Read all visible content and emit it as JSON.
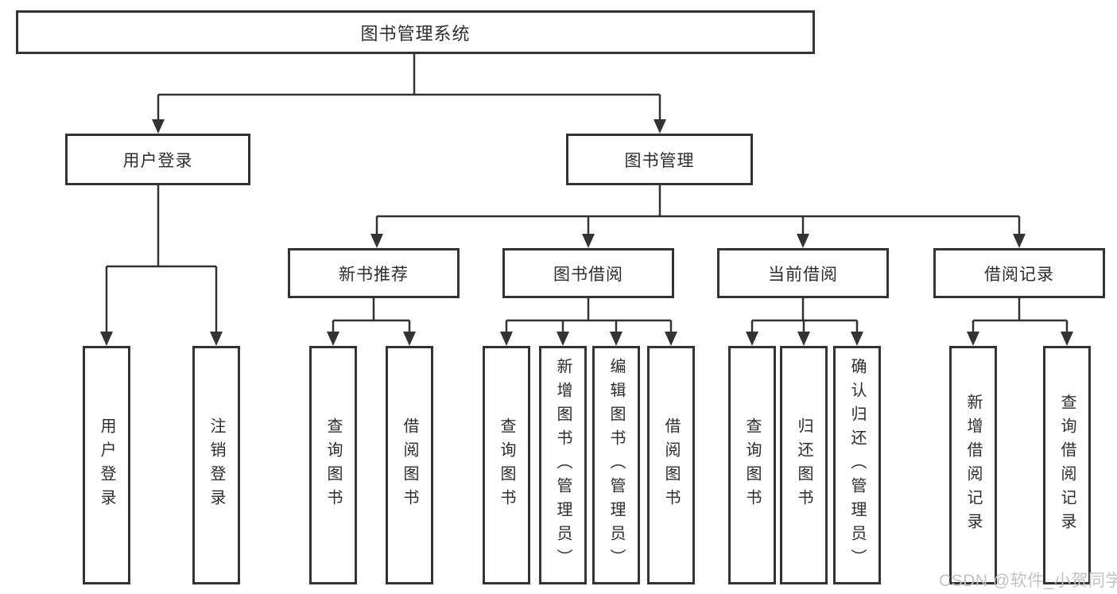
{
  "colors": {
    "line": "#333333",
    "text": "#2d2d2d",
    "background": "#ffffff",
    "watermark_text": "#c6bfbf"
  },
  "watermark": {
    "text": "CSDN @软件_小贺同学"
  },
  "tree": {
    "label": "图书管理系统",
    "children": [
      {
        "label": "用户登录",
        "children": [
          {
            "label": "用户登录"
          },
          {
            "label": "注销登录"
          }
        ]
      },
      {
        "label": "图书管理",
        "children": [
          {
            "label": "新书推荐",
            "children": [
              {
                "label": "查询图书"
              },
              {
                "label": "借阅图书"
              }
            ]
          },
          {
            "label": "图书借阅",
            "children": [
              {
                "label": "查询图书"
              },
              {
                "label": "新增图书（管理员）"
              },
              {
                "label": "编辑图书（管理员）"
              },
              {
                "label": "借阅图书"
              }
            ]
          },
          {
            "label": "当前借阅",
            "children": [
              {
                "label": "查询图书"
              },
              {
                "label": "归还图书"
              },
              {
                "label": "确认归还（管理员）"
              }
            ]
          },
          {
            "label": "借阅记录",
            "children": [
              {
                "label": "新增借阅记录"
              },
              {
                "label": "查询借阅记录"
              }
            ]
          }
        ]
      }
    ]
  }
}
